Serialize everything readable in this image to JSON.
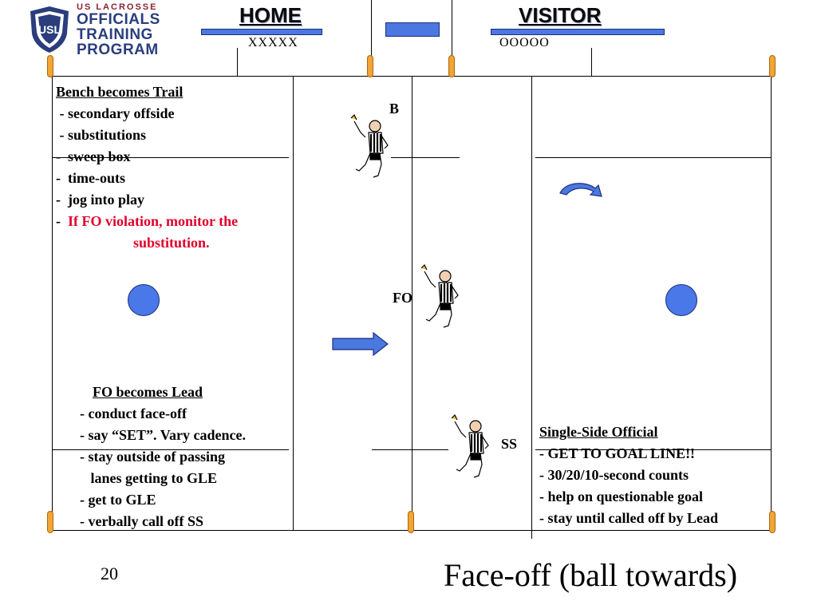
{
  "logo": {
    "line1": "US LACROSSE",
    "line2": "OFFICIALS",
    "line3": "TRAINING",
    "line4": "PROGRAM",
    "badge": "USL"
  },
  "header": {
    "home_label": "HOME",
    "home_score": "XXXXX",
    "visitor_label": "VISITOR",
    "visitor_score": "OOOOO"
  },
  "trail_box": {
    "heading": "Bench becomes Trail",
    "items": [
      " - secondary offside",
      " - substitutions",
      "-  sweep box",
      "-  time-outs",
      "-  jog into play"
    ],
    "warning_prefix": "-  ",
    "warning_line1": "If FO violation, monitor the",
    "warning_line2": "substitution."
  },
  "lead_box": {
    "heading": "FO becomes Lead",
    "items": [
      "- conduct face-off",
      "- say “SET”. Vary cadence.",
      "- stay outside of passing",
      "   lanes getting to GLE",
      "- get to GLE",
      "- verbally call off SS"
    ]
  },
  "ss_box": {
    "heading": "Single-Side Official",
    "items": [
      "- GET TO GOAL LINE!!",
      "- 30/20/10-second counts",
      "- help on questionable goal",
      "- stay until called off by Lead"
    ]
  },
  "referees": {
    "b_label": "B",
    "fo_label": "FO",
    "ss_label": "SS"
  },
  "footer": {
    "slide_number": "20",
    "title": "Face-off (ball towards)"
  },
  "colors": {
    "accent_blue": "#4a78e0",
    "post_orange": "#f2a534",
    "warning_red": "#e0002a"
  },
  "icons": [
    "referee-icon",
    "arrow-right-icon",
    "curved-arrow-icon",
    "ball-icon"
  ]
}
